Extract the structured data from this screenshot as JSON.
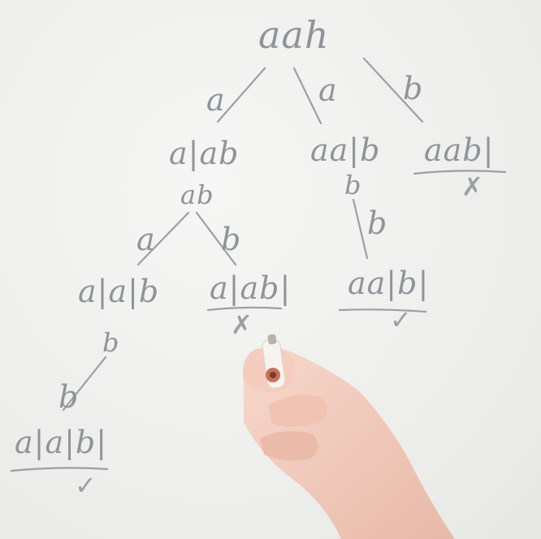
{
  "root": {
    "text": "aah"
  },
  "branches": {
    "level1": {
      "left": {
        "edge": "a",
        "node": "a|ab",
        "remaining": "ab"
      },
      "middle": {
        "edge": "a",
        "node": "aa|b",
        "remaining": "b"
      },
      "right": {
        "edge": "b",
        "node": "aab|",
        "mark": "✗"
      }
    },
    "level2": {
      "left_left": {
        "edge": "a",
        "node": "a|a|b",
        "remaining": "b"
      },
      "left_right": {
        "edge": "b",
        "node": "a|ab|",
        "mark": "✗"
      },
      "middle_child": {
        "edge": "b",
        "node": "aa|b|",
        "mark": "✓"
      }
    },
    "level3": {
      "leftmost": {
        "edge": "b",
        "node": "a|a|b|",
        "mark": "✓"
      }
    }
  },
  "colors": {
    "chalk": "#8e949a",
    "board": "#f1f1ef",
    "skin": "#f2cfc2",
    "marker": "#f7f3ee"
  }
}
